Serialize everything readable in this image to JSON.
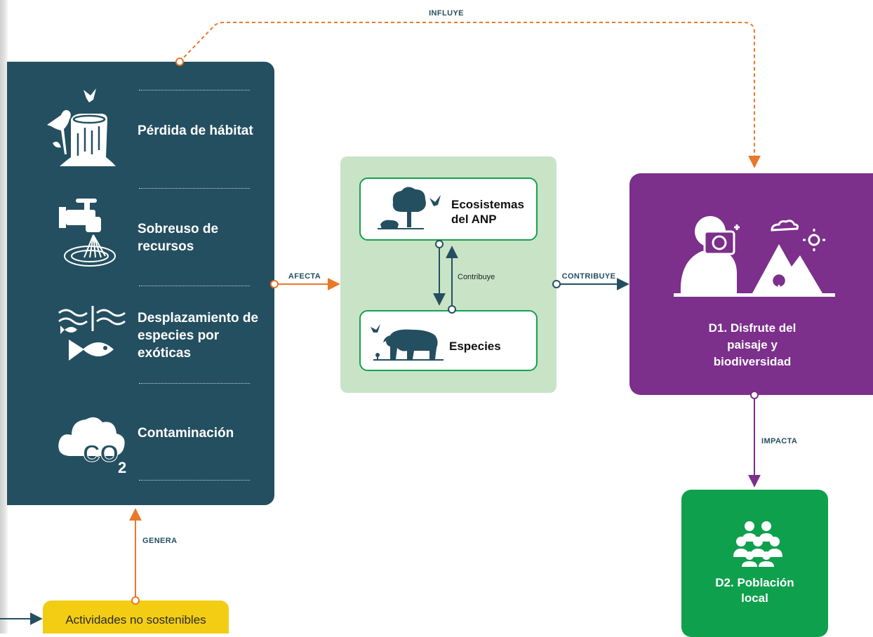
{
  "pressures": {
    "items": [
      {
        "label": "Pérdida de hábitat",
        "icon": "tree-stump-birds-icon"
      },
      {
        "label": "Sobreuso de recursos",
        "icon": "water-faucet-icon"
      },
      {
        "label": "Desplazamiento de especies por exóticas",
        "icon": "waves-fish-icon"
      },
      {
        "label": "Contaminación",
        "icon": "co2-cloud-icon"
      }
    ],
    "color": "#244f60"
  },
  "state": {
    "ecosystems_label": "Ecosistemas del ANP",
    "species_label": "Especies",
    "internal_link_label": "Contribuye",
    "color": "#c9e3c6",
    "border_color": "#14a150"
  },
  "impacts": {
    "d1_label": "D1. Disfrute del paisaje y biodiversidad",
    "d1_color": "#7c2f8b",
    "d2_label": "D2. Población local",
    "d2_color": "#0fa04d"
  },
  "drivers": {
    "activities_label": "Actividades no sostenibles",
    "color": "#f3cd14"
  },
  "edges": {
    "influye": "INFLUYE",
    "afecta": "AFECTA",
    "contribuye": "CONTRIBUYE",
    "impacta": "IMPACTA",
    "genera": "GENERA"
  },
  "colors": {
    "orange": "#e8782a",
    "teal": "#244f60",
    "purple": "#7c2f8b"
  }
}
